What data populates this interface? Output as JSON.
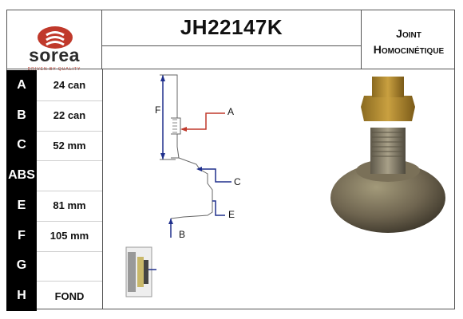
{
  "brand": {
    "name": "sorea",
    "tagline": "DRIVEN BY QUALITY",
    "color": "#c0392b"
  },
  "part": {
    "reference": "JH22147K",
    "type_line1": "Joint",
    "type_line2": "Homocinétique"
  },
  "specs": [
    {
      "key": "A",
      "value": "24 can"
    },
    {
      "key": "B",
      "value": "22 can"
    },
    {
      "key": "C",
      "value": "52 mm"
    },
    {
      "key": "ABS",
      "value": ""
    },
    {
      "key": "E",
      "value": "81 mm"
    },
    {
      "key": "F",
      "value": "105 mm"
    },
    {
      "key": "G",
      "value": ""
    },
    {
      "key": "H",
      "value": "FOND"
    }
  ],
  "diagram_labels": {
    "a": "A",
    "b": "B",
    "c": "C",
    "e": "E",
    "f": "F"
  },
  "colors": {
    "accent_red": "#c0392b",
    "marker_blue": "#1f2f8c"
  }
}
